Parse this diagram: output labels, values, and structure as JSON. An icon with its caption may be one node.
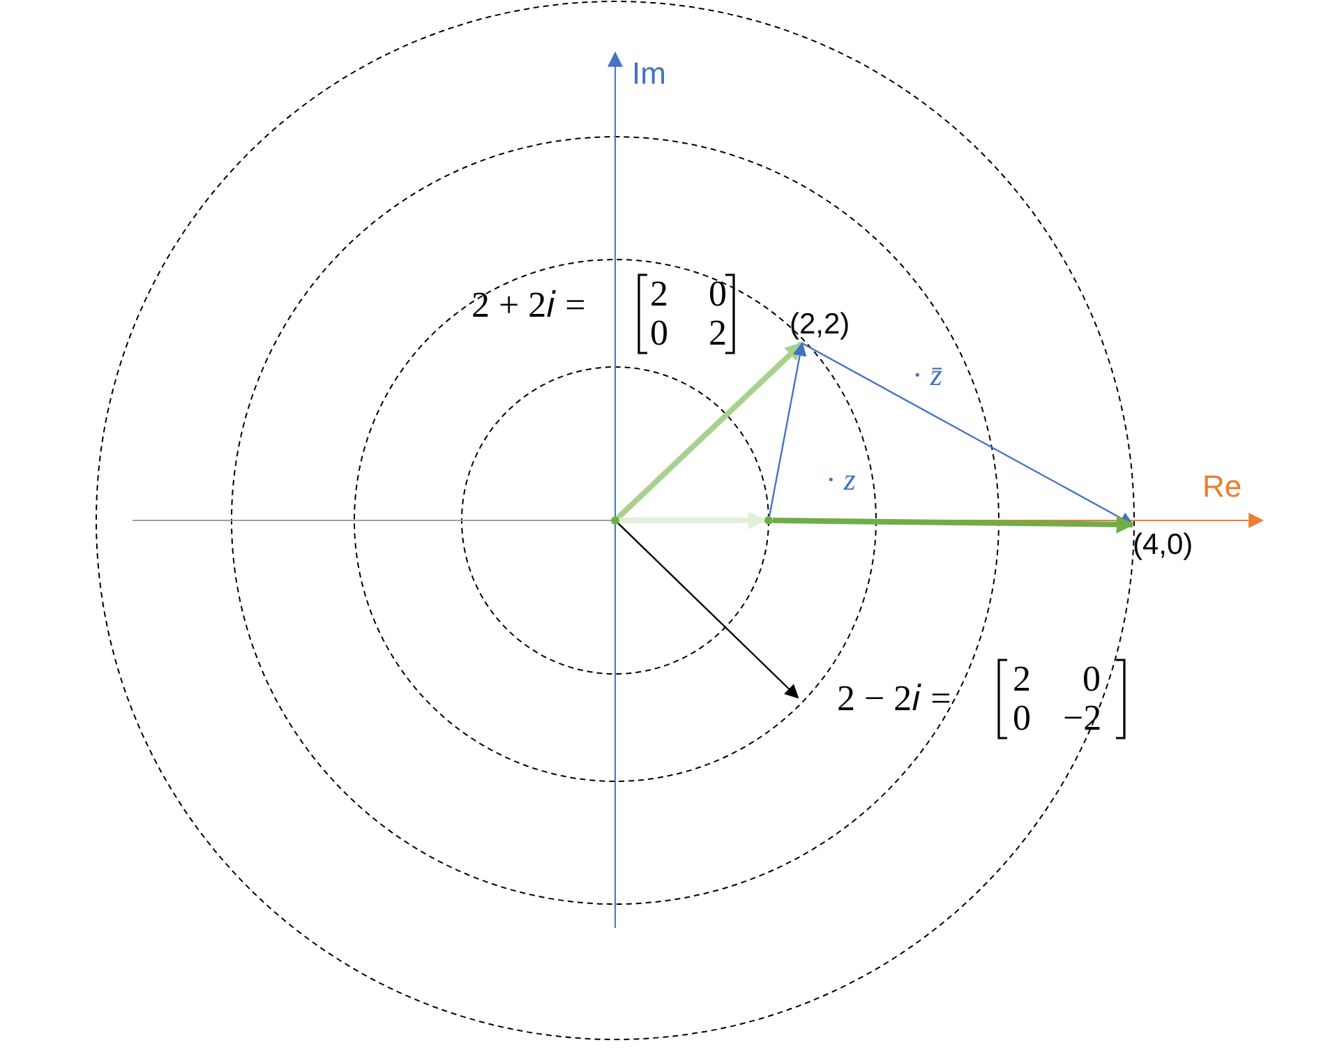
{
  "diagram": {
    "nodes": [
      {
        "text": [
          "(2,2)"
        ]
      },
      {
        "text": [],
        "shape": "dot"
      },
      {
        "text": [],
        "shape": "dot"
      },
      {
        "text": [
          "(4,0)"
        ]
      }
    ],
    "edges": [
      {
        "from": 1,
        "to": 0,
        "arrow": "to",
        "style": "thick",
        "color": "#a9d18e"
      },
      {
        "from": 1,
        "to": 2,
        "arrow": "to",
        "style": "thick",
        "color": "#e2efd9"
      },
      {
        "from": 2,
        "to": 0,
        "arrow": "to",
        "label": "· *z*",
        "color": "#4472c4"
      },
      {
        "from": 0,
        "to": 3,
        "arrow": "to",
        "label": "· *z̄*",
        "color": "#4472c4"
      },
      {
        "from": 2,
        "to": 3,
        "arrow": "to",
        "style": "thick",
        "color": "#70ad47"
      },
      {
        "from": 1,
        "to": null,
        "arrow": "to",
        "color": "#000000"
      }
    ],
    "labels": [
      "Im",
      "2 + 2𝑖 =",
      "2",
      "0",
      "0",
      "2",
      "Re",
      "2 − 2𝑖 =",
      "2",
      "0",
      "0",
      "−2"
    ]
  }
}
